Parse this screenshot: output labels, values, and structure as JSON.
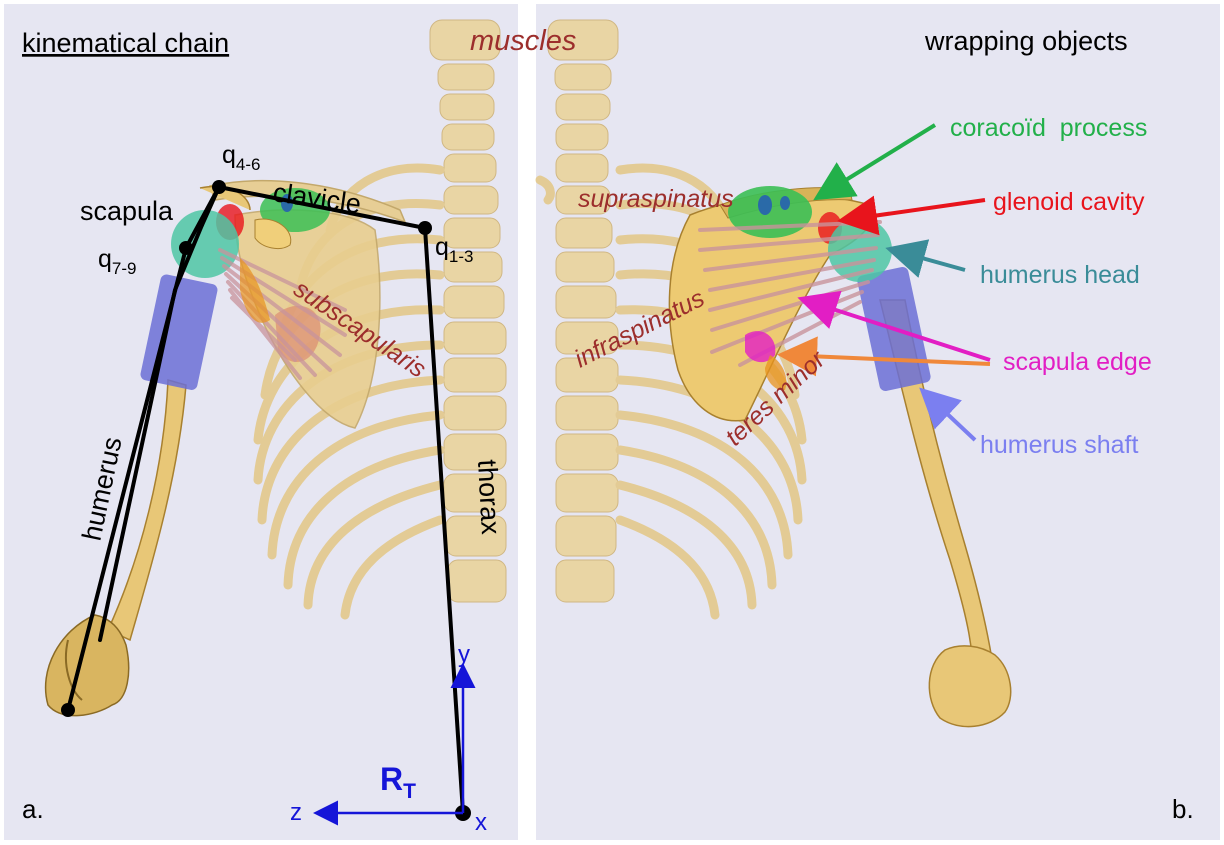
{
  "panel_a": {
    "title": "kinematical chain",
    "panel_letter": "a.",
    "segments": {
      "scapula": "scapula",
      "clavicle": "clavicle",
      "humerus": "humerus",
      "thorax": "thorax"
    },
    "joints": [
      {
        "base": "q",
        "sub": "4-6"
      },
      {
        "base": "q",
        "sub": "7-9"
      },
      {
        "base": "q",
        "sub": "1-3"
      }
    ],
    "frame": {
      "name": "R",
      "sub": "T",
      "axis_y": "y",
      "axis_z": "z",
      "axis_x": "x"
    }
  },
  "center": {
    "muscles_title": "muscles",
    "muscles": {
      "subscapularis": "subscapularis",
      "supraspinatus": "supraspinatus",
      "infraspinatus": "infraspinatus",
      "teres_minor": "teres minor"
    }
  },
  "panel_b": {
    "title": "wrapping objects",
    "panel_letter": "b.",
    "wrapping_objects": [
      {
        "label": "coracoïd  process",
        "color": "#22b04a"
      },
      {
        "label": "glenoid cavity",
        "color": "#e8141c"
      },
      {
        "label": "humerus head",
        "color": "#3a8c98"
      },
      {
        "label": "scapula edge",
        "color": "#e21ec4"
      },
      {
        "label": "humerus shaft",
        "color": "#7b7ff0"
      }
    ],
    "arrow_colors": {
      "teres_minor": "#f0883a"
    }
  },
  "colors": {
    "background": "#e6e6f2",
    "bone": "#e8c777",
    "chain": "#000000",
    "frame_axes": "#1515d8",
    "muscle_text": "#9c2e2c"
  }
}
